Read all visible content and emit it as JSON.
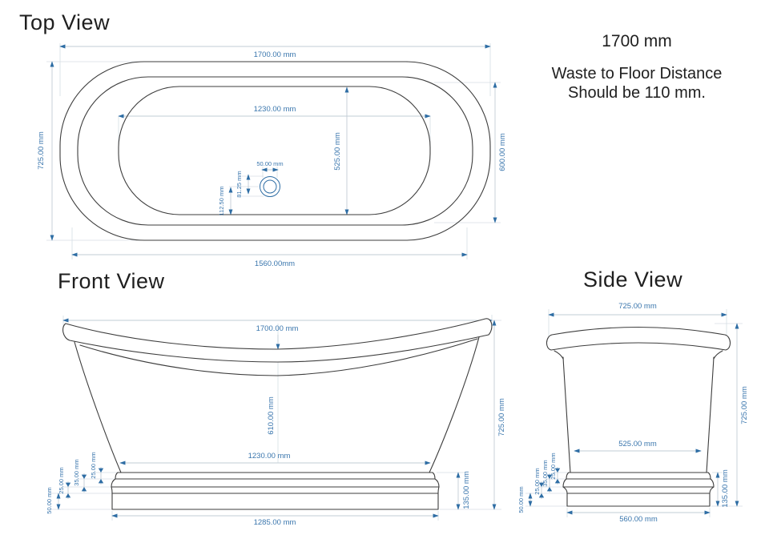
{
  "titles": {
    "top": "Top View",
    "front": "Front View",
    "side": "Side View"
  },
  "note": {
    "line1": "1700 mm",
    "line2": "Waste to Floor Distance",
    "line3": "Should be 110 mm."
  },
  "top_view": {
    "overall_width": "1700.00 mm",
    "overall_depth": "725.00 mm",
    "basin_width": "1230.00 mm",
    "basin_depth": "525.00 mm",
    "rim_depth": "600.00 mm",
    "rim_width": "1560.00mm",
    "drain_diameter": "50.00 mm",
    "drain_offset_a": "81.25 mm",
    "drain_offset_b": "112.50 mm"
  },
  "front_view": {
    "overall_width": "1700.00 mm",
    "inner_depth": "610.00 mm",
    "base_top_width": "1230.00 mm",
    "overall_height": "725.00 mm",
    "plinth_height": "135.00 mm",
    "plinth_width": "1285.00 mm",
    "step_top": "25.00 mm",
    "step_mid": "35.00 mm",
    "step_low": "25.00 mm",
    "plinth_band": "50.00 mm"
  },
  "side_view": {
    "overall_width": "725.00 mm",
    "base_top_width": "525.00 mm",
    "overall_height": "725.00 mm",
    "plinth_height": "135.00 mm",
    "plinth_width": "560.00 mm",
    "step_top": "25.00 mm",
    "step_mid": "35.00 mm",
    "step_low": "25.00 mm",
    "plinth_band": "50.00 mm"
  }
}
